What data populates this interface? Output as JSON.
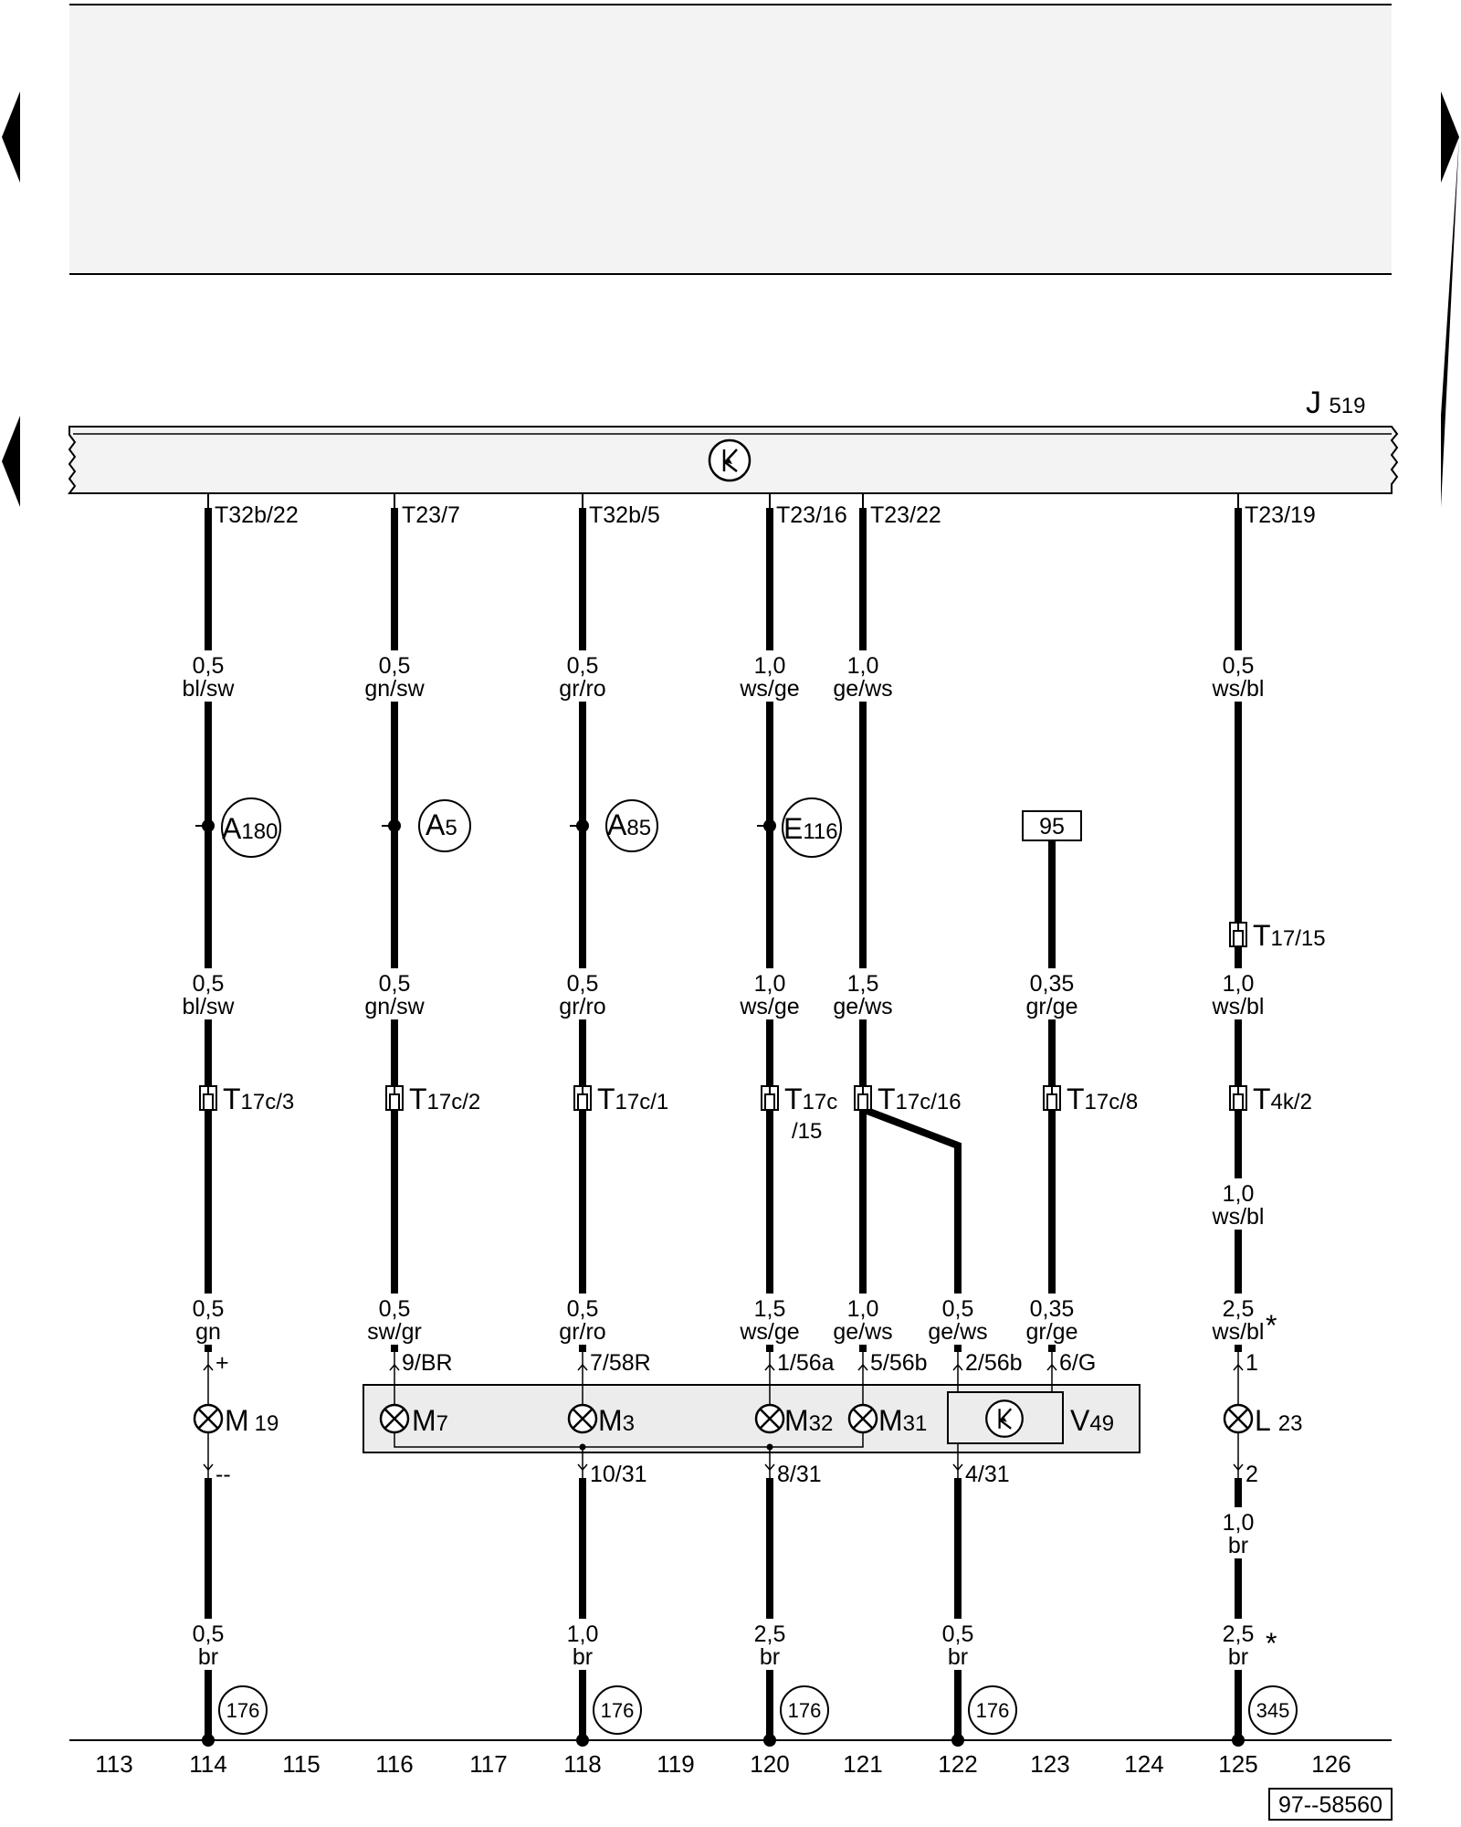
{
  "nav": {
    "left_arrow": "arrow-left",
    "right_arrow": "arrow-right"
  },
  "header": {
    "device_letter": "J",
    "device_number": "519"
  },
  "circuits": [
    {
      "col": "114",
      "pin": "T32b/22",
      "w1": [
        "0,5",
        "bl/sw"
      ],
      "w2": [
        "0,5",
        "bl/sw"
      ],
      "w3": [
        "0,5",
        "gn"
      ],
      "w4": [
        "0,5",
        "br"
      ],
      "ground": "176"
    },
    {
      "col": "116",
      "pin": "T23/7",
      "w1": [
        "0,5",
        "gn/sw"
      ],
      "w2": [
        "0,5",
        "gn/sw"
      ],
      "w3": [
        "0,5",
        "sw/gr"
      ]
    },
    {
      "col": "118",
      "pin": "T32b/5",
      "w1": [
        "0,5",
        "gr/ro"
      ],
      "w2": [
        "0,5",
        "gr/ro"
      ],
      "w3": [
        "0,5",
        "gr/ro"
      ],
      "w4": [
        "1,0",
        "br"
      ],
      "ground": "176"
    },
    {
      "col": "120",
      "pin": "T23/16",
      "w1": [
        "1,0",
        "ws/ge"
      ],
      "w2": [
        "1,0",
        "ws/ge"
      ],
      "w3": [
        "1,5",
        "ws/ge"
      ],
      "w4": [
        "2,5",
        "br"
      ],
      "ground": "176"
    },
    {
      "col": "121",
      "pin": "T23/22",
      "w1": [
        "1,0",
        "ge/ws"
      ],
      "w2": [
        "1,5",
        "ge/ws"
      ],
      "w3": [
        "1,0",
        "ge/ws"
      ]
    },
    {
      "col": "122",
      "w3": [
        "0,5",
        "ge/ws"
      ],
      "w4": [
        "0,5",
        "br"
      ],
      "ground": "176"
    },
    {
      "col": "123",
      "w2": [
        "0,35",
        "gr/ge"
      ],
      "w3": [
        "0,35",
        "gr/ge"
      ]
    },
    {
      "col": "125",
      "pin": "T23/19",
      "w1": [
        "0,5",
        "ws/bl"
      ],
      "w2": [
        "1,0",
        "ws/bl"
      ],
      "w2b": [
        "1,0",
        "ws/bl"
      ],
      "w3": [
        "2,5",
        "ws/bl"
      ],
      "w3_mark": "*",
      "w3b": [
        "1,0",
        "br"
      ],
      "w4": [
        "2,5",
        "br"
      ],
      "w4_mark": "*",
      "ground": "345"
    }
  ],
  "splices": [
    {
      "letter": "A",
      "num": "180"
    },
    {
      "letter": "A",
      "num": "5"
    },
    {
      "letter": "A",
      "num": "85"
    },
    {
      "letter": "E",
      "num": "116"
    }
  ],
  "ref_box": "95",
  "connectors": [
    {
      "letter": "T",
      "rest": "17c/3"
    },
    {
      "letter": "T",
      "rest": "17c/2"
    },
    {
      "letter": "T",
      "rest": "17c/1"
    },
    {
      "letter": "T",
      "rest": "17c",
      "rest2": "/15"
    },
    {
      "letter": "T",
      "rest": "17c/16"
    },
    {
      "letter": "T",
      "rest": "17c/8"
    },
    {
      "letter": "T",
      "rest": "4k/2"
    },
    {
      "letter": "T",
      "rest": "17/15"
    }
  ],
  "pins_top": [
    "+",
    "9/BR",
    "7/58R",
    "1/56a",
    "5/56b",
    "2/56b",
    "6/G",
    "1"
  ],
  "pins_bottom": [
    "--",
    "10/31",
    "8/31",
    "4/31",
    "2"
  ],
  "components": {
    "m19": {
      "letter": "M",
      "num": "19"
    },
    "m7": {
      "letter": "M",
      "num": "7"
    },
    "m3": {
      "letter": "M",
      "num": "3"
    },
    "m32": {
      "letter": "M",
      "num": "32"
    },
    "m31": {
      "letter": "M",
      "num": "31"
    },
    "v49": {
      "letter": "V",
      "num": "49"
    },
    "l23": {
      "letter": "L",
      "num": "23"
    }
  },
  "grid_numbers": [
    "113",
    "114",
    "115",
    "116",
    "117",
    "118",
    "119",
    "120",
    "121",
    "122",
    "123",
    "124",
    "125",
    "126"
  ],
  "doc_id": "97--58560"
}
